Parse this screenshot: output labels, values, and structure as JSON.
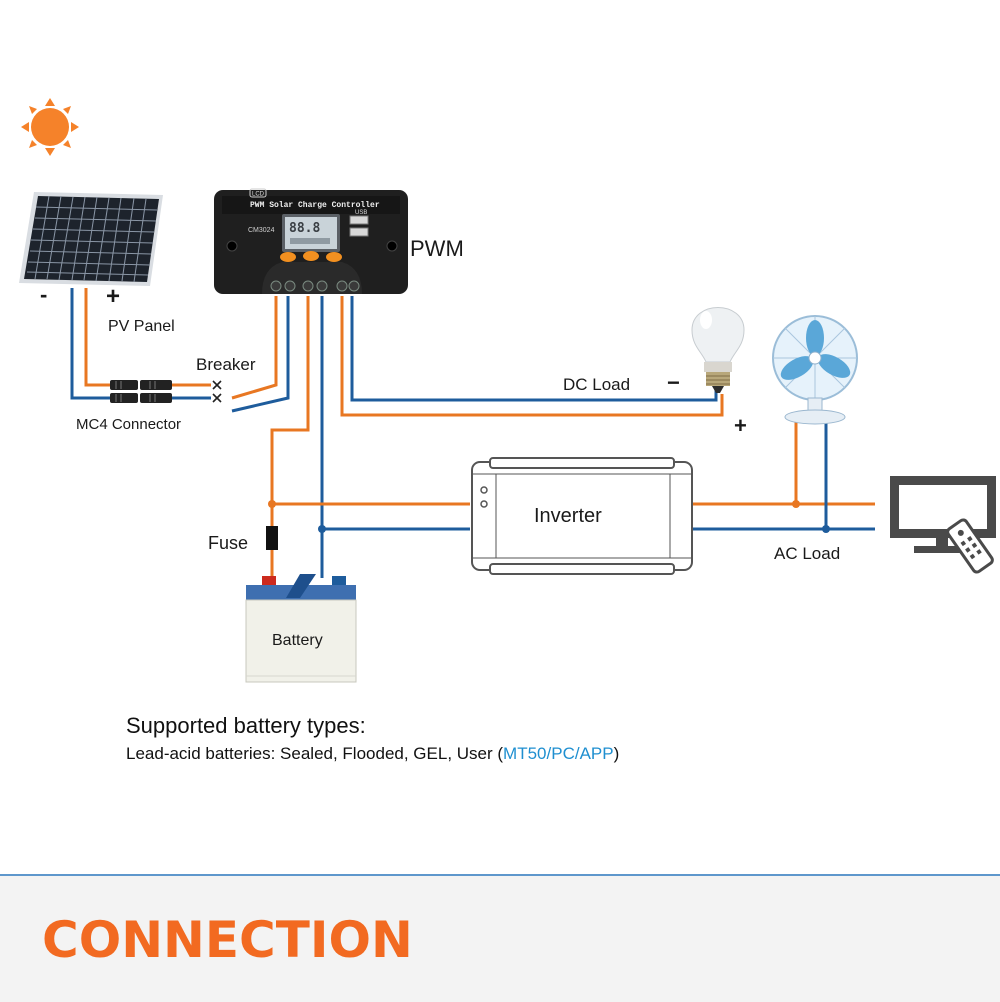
{
  "labels": {
    "pv_panel": "PV Panel",
    "pv_minus": "-",
    "pv_plus": "+",
    "breaker": "Breaker",
    "mc4_connector": "MC4 Connector",
    "pwm": "PWM",
    "dc_load": "DC Load",
    "dc_minus": "−",
    "dc_plus": "+",
    "inverter": "Inverter",
    "ac_load": "AC Load",
    "fuse": "Fuse",
    "battery": "Battery"
  },
  "controller": {
    "badge": "LCD",
    "title": "PWM Solar Charge Controller",
    "usb": "USB",
    "model": "CM3024",
    "display": "88.8"
  },
  "supported": {
    "heading": "Supported battery types:",
    "line_prefix": "Lead-acid batteries: Sealed, Flooded, GEL, User (",
    "line_highlight": "MT50/PC/APP",
    "line_suffix": ")"
  },
  "footer": {
    "title": "CONNECTION"
  },
  "colors": {
    "positive_wire": "#e87722",
    "negative_wire": "#1e5c9c",
    "sun": "#f5822a",
    "footer_title": "#f26a21",
    "footer_rule": "#5e97cc",
    "highlight_text": "#1f8fd0"
  },
  "icons": [
    "sun-icon",
    "solar-panel-icon",
    "light-bulb-icon",
    "fan-icon",
    "tv-icon",
    "remote-icon",
    "battery-icon",
    "inverter-icon"
  ]
}
